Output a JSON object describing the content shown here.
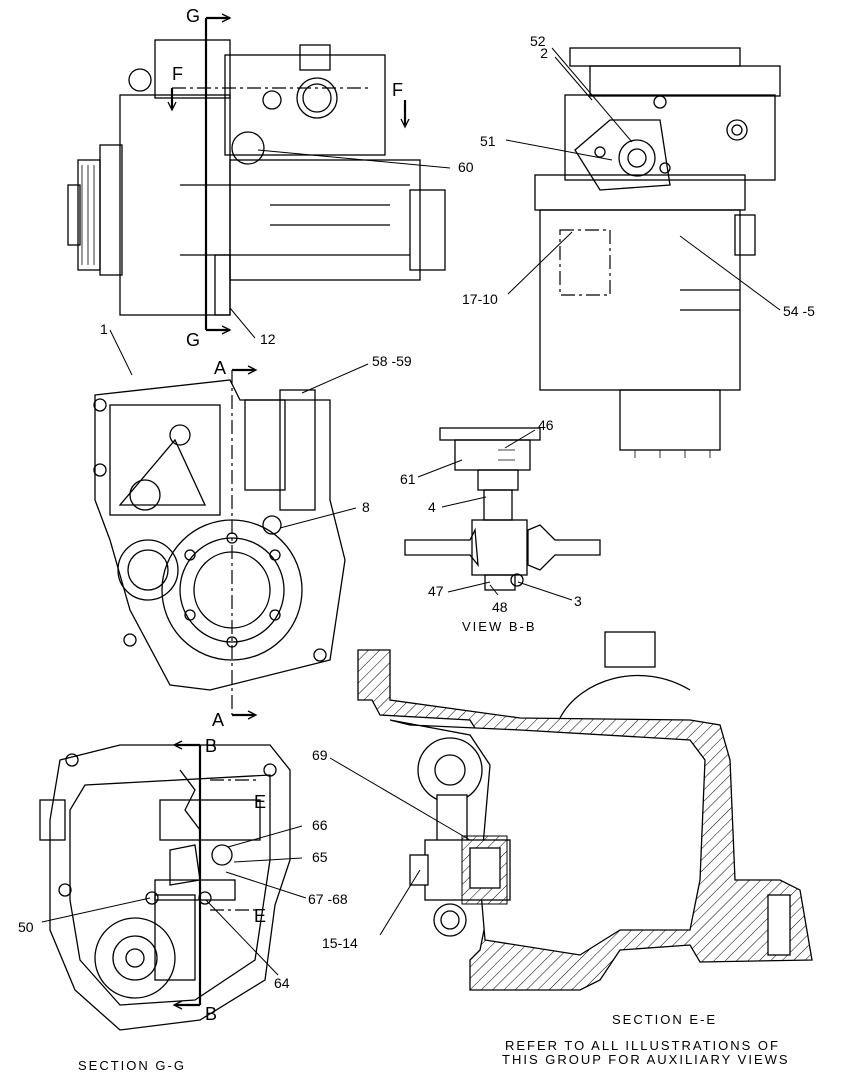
{
  "callouts": {
    "c2": "2",
    "c52": "52",
    "c51": "51",
    "c60": "60",
    "c12": "12",
    "c17_10": "17-10",
    "c54_5": "54 -5",
    "c1": "1",
    "c58_59": "58 -59",
    "c8": "8",
    "c46": "46",
    "c61": "61",
    "c4": "4",
    "c47": "47",
    "c48": "48",
    "c3": "3",
    "c69": "69",
    "c66": "66",
    "c65": "65",
    "c67_68": "67 -68",
    "c50": "50",
    "c64": "64",
    "c15_14": "15-14"
  },
  "section_marks": {
    "g_top": "G",
    "g_bottom": "G",
    "f_left": "F",
    "f_right": "F",
    "a_top": "A",
    "a_bottom": "A",
    "b_top": "B",
    "b_bottom": "B",
    "e_top": "E",
    "e_bottom": "E"
  },
  "captions": {
    "view_bb": "VIEW B-B",
    "section_ee": "SECTION E-E",
    "section_gg": "SECTION G-G",
    "note_line1": "REFER TO ALL ILLUSTRATIONS OF",
    "note_line2": "THIS GROUP FOR AUXILIARY VIEWS"
  }
}
